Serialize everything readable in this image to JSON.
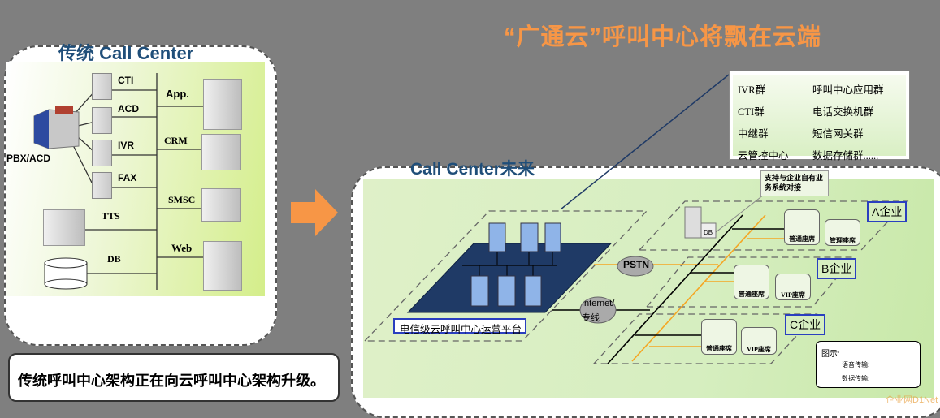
{
  "title": "“广通云”呼叫中心将飘在云端",
  "left": {
    "heading": "传统 Call Center",
    "pbx": "PBX/ACD",
    "small_servers": [
      "CTI",
      "ACD",
      "IVR",
      "FAX"
    ],
    "tts": "TTS",
    "db": "DB",
    "right_servers": [
      "App.",
      "CRM",
      "SMSC",
      "Web"
    ]
  },
  "bottom_note": "传统呼叫中心架构正在向云呼叫中心架构升级。",
  "info": [
    "IVR群",
    "呼叫中心应用群",
    "CTI群",
    "电话交换机群",
    "中继群",
    "短信网关群",
    "云管控中心",
    "数据存储群......"
  ],
  "right": {
    "heading": "Call Center未来",
    "platform": "电信级云呼叫中心运营平台",
    "pstn": "PSTN",
    "internet": "Internet/",
    "internet2": "专线",
    "note": "支持与企业自有业务系统对接",
    "db": "DB",
    "enterprises": [
      "A企业",
      "B企业",
      "C企业"
    ],
    "agent_normal": "普通座席",
    "agent_manager": "管理座席",
    "agent_vip": "VIP座席",
    "legend": {
      "title": "图示:",
      "voice": "语音传输:",
      "data": "数据传输:"
    },
    "watermark": "企业网D1Net"
  },
  "colors": {
    "title": "#f79646",
    "heading": "#1f4e79",
    "voice": "#f5a623",
    "data": "#000000",
    "platform": "#1f3a66"
  }
}
